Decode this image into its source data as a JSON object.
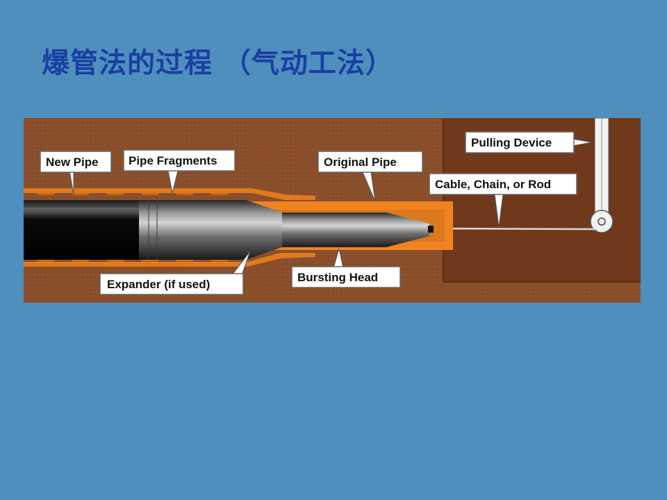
{
  "slide": {
    "title": "爆管法的过程 （气动工法）",
    "footer_left": "",
    "footer_right": ""
  },
  "diagram": {
    "labels": {
      "new_pipe": "New Pipe",
      "pipe_fragments": "Pipe Fragments",
      "original_pipe": "Original Pipe",
      "pulling_device": "Pulling Device",
      "cable": "Cable, Chain, or Rod",
      "expander": "Expander (if used)",
      "bursting_head": "Bursting Head"
    },
    "colors": {
      "soil": "#8a4f2a",
      "pit": "#70391b",
      "pipe_orange": "#f0831f",
      "new_pipe": "#070707",
      "background": "#4f8fbe",
      "title": "#1a3fa2"
    }
  }
}
